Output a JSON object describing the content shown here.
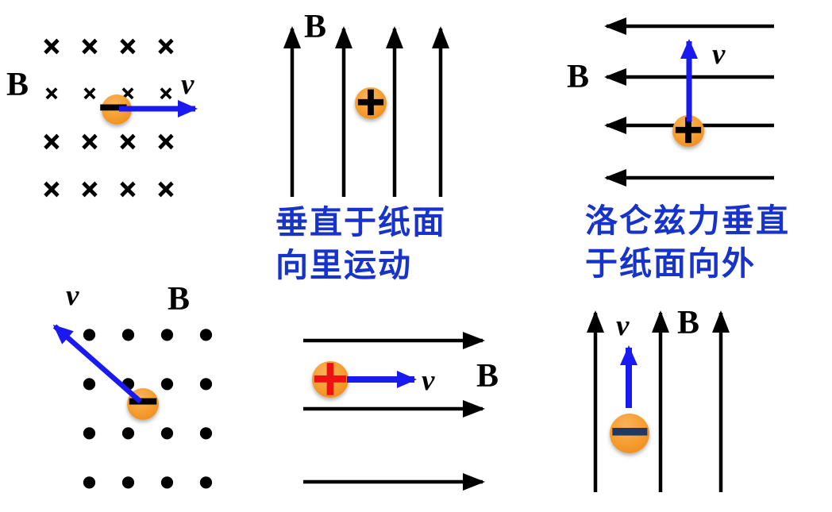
{
  "colors": {
    "background": "#ffffff",
    "field_arrow_black": "#000000",
    "velocity_arrow_blue": "#1a1af0",
    "caption_blue": "#1733cb",
    "charge_orange_light": "#fbb45c",
    "charge_orange_dark": "#ec8512",
    "plus_red": "#ee1111",
    "minus_navy": "#1f3864"
  },
  "symbols": {
    "field_into_page": "×",
    "field_out_of_page": "●"
  },
  "panels": {
    "top_left": {
      "field_label": "B",
      "velocity_label": "v",
      "charge_sign": "−"
    },
    "top_middle": {
      "field_label": "B",
      "charge_sign": "+",
      "caption_line1": "垂直于纸面",
      "caption_line2": "向里运动"
    },
    "top_right": {
      "field_label": "B",
      "velocity_label": "v",
      "charge_sign": "+",
      "caption_line1": "洛仑兹力垂直",
      "caption_line2": "于纸面向外"
    },
    "bottom_left": {
      "field_label": "B",
      "velocity_label": "v",
      "charge_sign": "−"
    },
    "bottom_middle": {
      "field_label": "B",
      "velocity_label": "v",
      "charge_sign": "+"
    },
    "bottom_right": {
      "field_label": "B",
      "velocity_label": "v",
      "charge_sign": "−"
    }
  }
}
